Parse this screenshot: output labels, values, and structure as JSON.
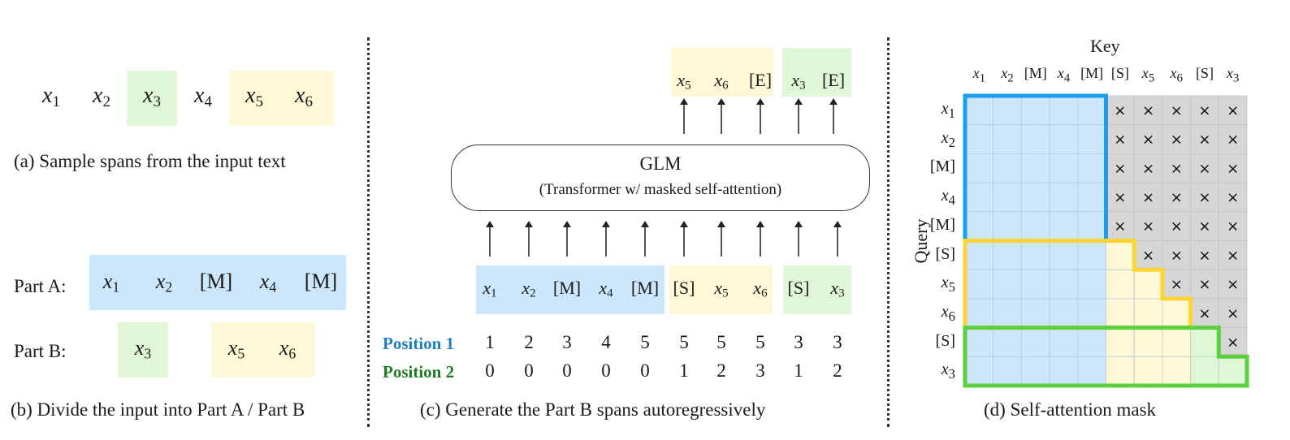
{
  "colors": {
    "part_a_blue": "#cce6fb",
    "span1_yellow": "#fef8d6",
    "span2_green": "#dff7d6",
    "outline_blue": "#1a9ff0",
    "outline_yellow": "#fcd535",
    "outline_green": "#5ccf3e",
    "masked_gray": "#d6d6d6",
    "position1_label": "#1e7fbf",
    "position2_label": "#1f7a1f"
  },
  "panel_a": {
    "tokens": [
      {
        "base": "x",
        "sub": "1",
        "group": "none"
      },
      {
        "base": "x",
        "sub": "2",
        "group": "none"
      },
      {
        "base": "x",
        "sub": "3",
        "group": "green"
      },
      {
        "base": "x",
        "sub": "4",
        "group": "none"
      },
      {
        "base": "x",
        "sub": "5",
        "group": "yellow"
      },
      {
        "base": "x",
        "sub": "6",
        "group": "yellow"
      }
    ],
    "caption": "(a)  Sample spans from the input text"
  },
  "panel_b": {
    "part_a_label": "Part A:",
    "part_b_label": "Part B:",
    "part_a_tokens": [
      "x1",
      "x2",
      "[M]",
      "x4",
      "[M]"
    ],
    "part_b_tokens": [
      "x3",
      "x5",
      "x6"
    ],
    "caption": "(b)  Divide the input into Part A / Part B"
  },
  "panel_c": {
    "model_title": "GLM",
    "model_subtitle": "(Transformer w/ masked self-attention)",
    "output_tokens": [
      "x5",
      "x6",
      "[E]",
      "x3",
      "[E]"
    ],
    "input_tokens": [
      "x1",
      "x2",
      "[M]",
      "x4",
      "[M]",
      "[S]",
      "x5",
      "x6",
      "[S]",
      "x3"
    ],
    "position1_label": "Position 1",
    "position2_label": "Position 2",
    "position1": [
      1,
      2,
      3,
      4,
      5,
      5,
      5,
      5,
      3,
      3
    ],
    "position2": [
      0,
      0,
      0,
      0,
      0,
      1,
      2,
      3,
      1,
      2
    ],
    "caption": "(c)  Generate the Part B spans autoregressively"
  },
  "panel_d": {
    "key_label": "Key",
    "query_label": "Query",
    "tokens": [
      "x1",
      "x2",
      "[M]",
      "x4",
      "[M]",
      "[S]",
      "x5",
      "x6",
      "[S]",
      "x3"
    ],
    "attend_limit": [
      5,
      5,
      5,
      5,
      5,
      6,
      7,
      8,
      9,
      10
    ],
    "masked_symbol": "×",
    "caption": "(d)  Self-attention mask"
  }
}
